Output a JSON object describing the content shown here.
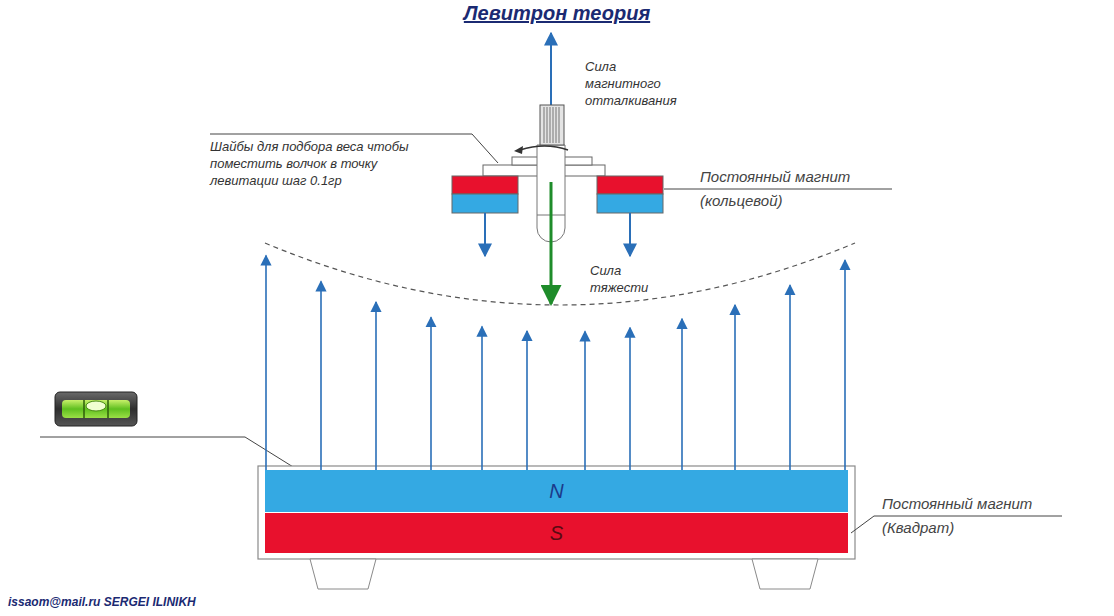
{
  "diagram": {
    "title": "Левитрон теория",
    "nodes": [
      {
        "text": [
          "N"
        ]
      },
      {
        "text": [
          "S"
        ]
      }
    ],
    "labels": [
      "Сила магнитного отталкивания",
      "Шайбы для подбора веса чтобы поместить волчок в точку левитации шаг 0.1гр",
      "Постоянный магнит (кольцевой)",
      "Сила тяжести",
      "Постоянный магнит (Квадрат)",
      "issaom@mail.ru SERGEI ILINIKH"
    ]
  }
}
